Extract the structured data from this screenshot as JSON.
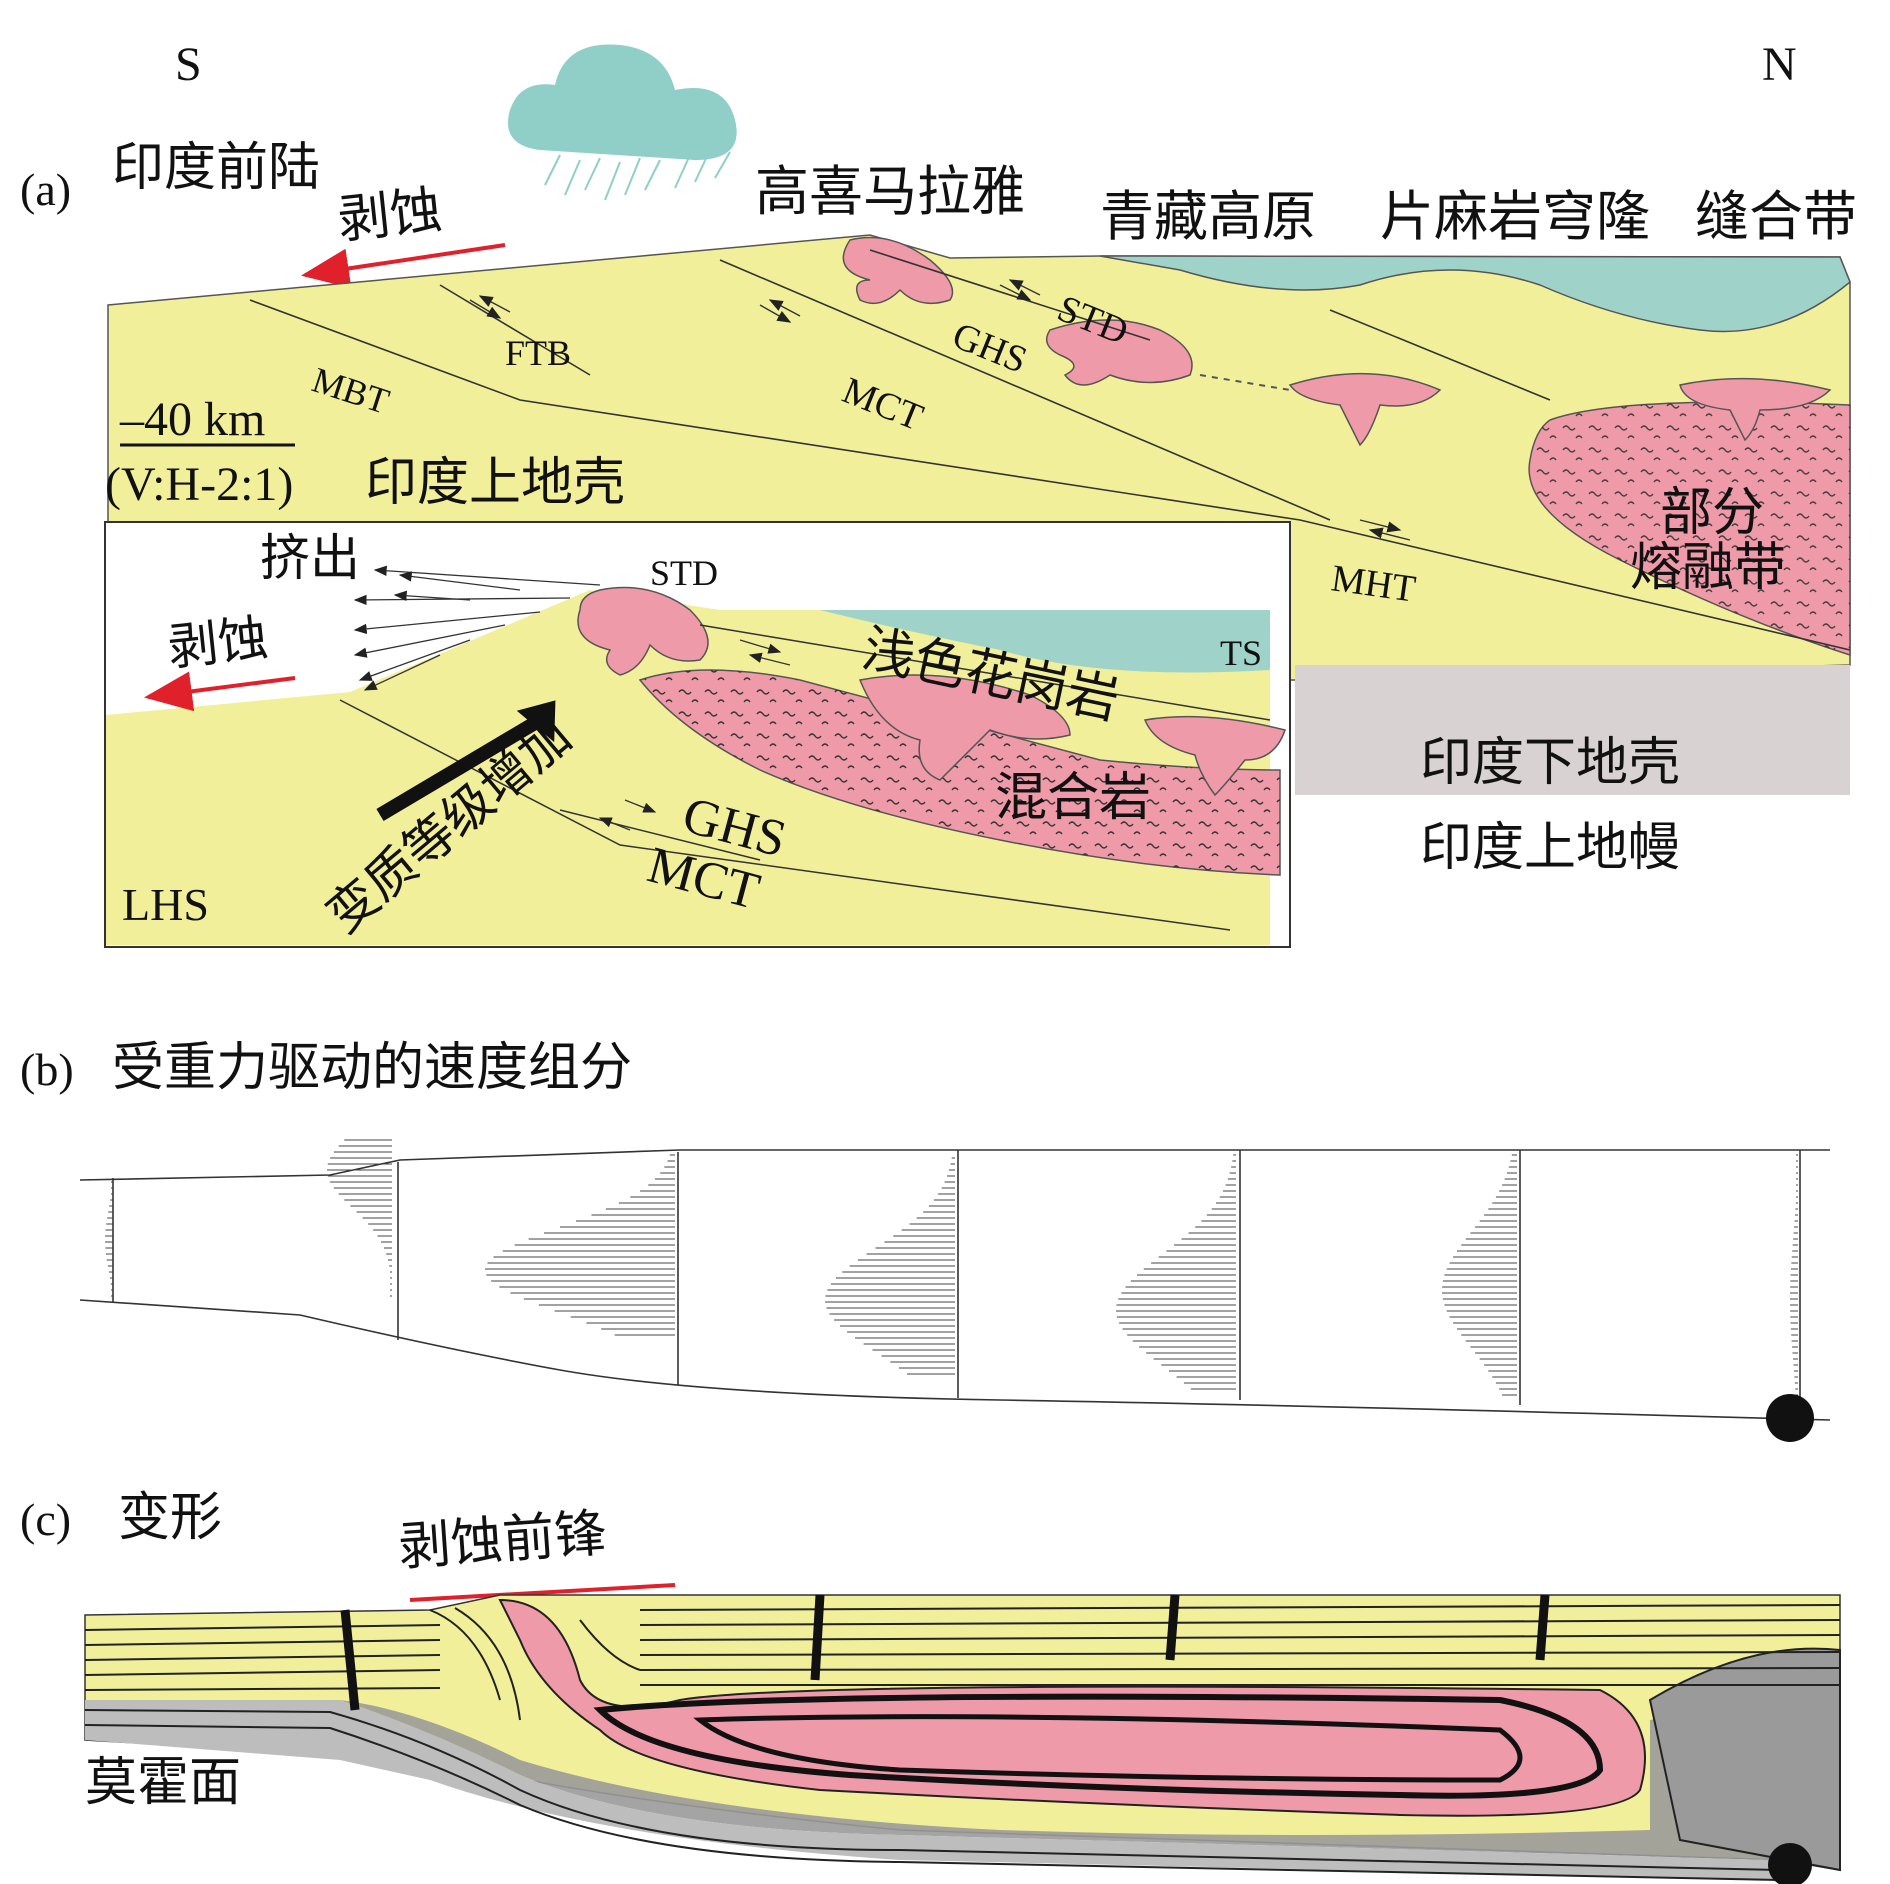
{
  "compass": {
    "south": "S",
    "north": "N"
  },
  "panel_a": {
    "tag": "(a)",
    "foreland": "印度前陆",
    "erosion": "剥蚀",
    "high_himalaya": "高喜马拉雅",
    "tibet_plateau": "青藏高原",
    "gneiss_dome": "片麻岩穹隆",
    "suture_zone": "缝合带",
    "faults": {
      "mbt": "MBT",
      "ftb": "FTB",
      "mct": "MCT",
      "ghs": "GHS",
      "std": "STD",
      "mht": "MHT"
    },
    "scale": "–40 km",
    "exaggeration": "(V:H-2:1)",
    "upper_crust": "印度上地壳",
    "partial_melt_1": "部分",
    "partial_melt_2": "熔融带",
    "lower_crust": "印度下地壳",
    "upper_mantle": "印度上地幔",
    "inset": {
      "extrusion": "挤出",
      "erosion": "剥蚀",
      "std": "STD",
      "leucogranite": "浅色花岗岩",
      "ts": "TS",
      "migmatite": "混合岩",
      "metamorphic_grade": "变质等级增加",
      "ghs": "GHS",
      "mct": "MCT",
      "lhs": "LHS"
    }
  },
  "panel_b": {
    "tag": "(b)",
    "title": "受重力驱动的速度组分"
  },
  "panel_c": {
    "tag": "(c)",
    "title": "变形",
    "erosion_front": "剥蚀前锋",
    "moho": "莫霍面"
  },
  "colors": {
    "crust_yellow": "#f2ef9a",
    "melt_pink": "#ef9aa9",
    "tibet_teal": "#9fd3c9",
    "lower_crust_grey": "#d9d2d2",
    "erosion_red": "#e0202a",
    "cloud": "#8fcfc8",
    "mantle_grey": "#9a9a9a"
  }
}
